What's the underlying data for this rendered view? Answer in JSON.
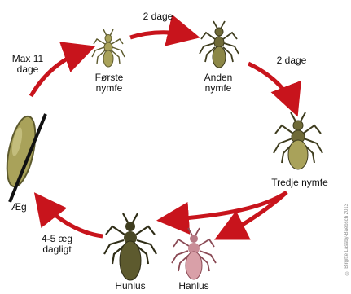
{
  "stages": {
    "first_nymph": {
      "name": "Første\nnymfe"
    },
    "second_nymph": {
      "name": "Anden\nnymfe"
    },
    "third_nymph": {
      "name": "Tredje nymfe"
    },
    "female_louse": {
      "name": "Hunlus"
    },
    "male_louse": {
      "name": "Hanlus"
    },
    "egg": {
      "name": "Æg"
    }
  },
  "transitions": {
    "egg_to_first": "Max 11\ndage",
    "first_to_second": "2 dage",
    "second_to_third": "2 dage",
    "female_to_egg": "4-5 æg\ndagligt"
  },
  "credit": "© Birgitte Lassby-Baebsch 2013",
  "colors": {
    "arrow": "#c8141c",
    "body": "#a9a25a",
    "body_dark": "#5d5a2e",
    "male_body": "#d9a0a8"
  }
}
